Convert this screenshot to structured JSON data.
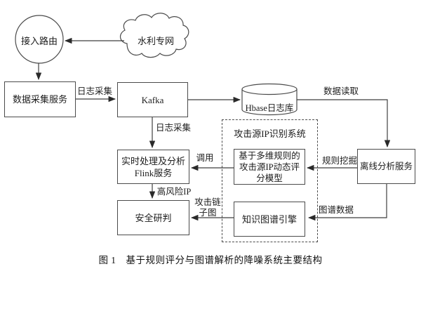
{
  "caption": "图 1　基于规则评分与图谱解析的降噪系统主要结构",
  "nodes": {
    "access_router": {
      "label": "接入路由"
    },
    "water_network": {
      "label": "水利专网"
    },
    "data_collection": {
      "label": "数据采集服务"
    },
    "kafka": {
      "label": "Kafka"
    },
    "hbase_log_db": {
      "label": "Hbase日志库"
    },
    "attack_ip_system": {
      "label": "攻击源IP识别系统"
    },
    "scoring_model": {
      "line1": "基于多维规则的",
      "line2": "攻击源IP动态评",
      "line3": "分模型"
    },
    "realtime_flink": {
      "line1": "实时处理及分析",
      "line2": "Flink服务"
    },
    "security_judgment": {
      "label": "安全研判"
    },
    "knowledge_graph": {
      "label": "知识图谱引擎"
    },
    "offline_analysis": {
      "label": "离线分析服务"
    }
  },
  "edges": {
    "log_collection_to_kafka": {
      "label": "日志采集"
    },
    "log_collection_to_flink": {
      "label": "日志采集"
    },
    "data_read": {
      "label": "数据读取"
    },
    "rule_mining": {
      "label": "规则挖掘"
    },
    "invoke": {
      "label": "调用"
    },
    "high_risk_ip": {
      "label": "高风险IP"
    },
    "graph_data": {
      "label": "图谱数据"
    },
    "attack_chain_subgraph": {
      "line1": "攻击链",
      "line2": "子图"
    }
  },
  "colors": {
    "line": "#3f3f3f",
    "text": "#1c1c1c",
    "background": "#ffffff"
  }
}
